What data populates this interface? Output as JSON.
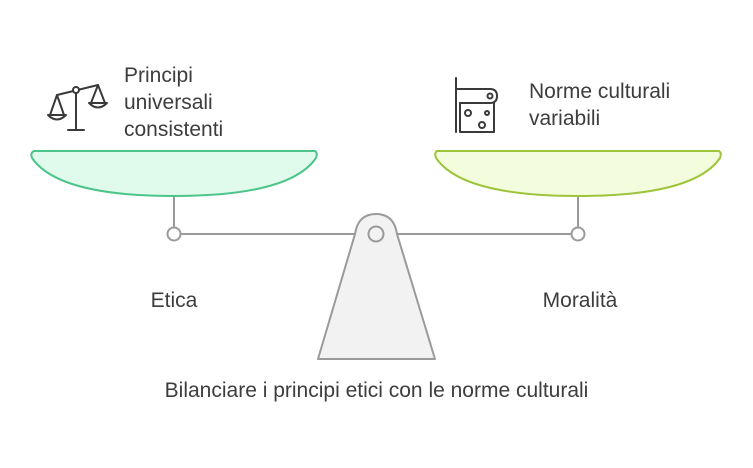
{
  "left_pan": {
    "icon": "scales-icon",
    "lines": [
      "Principi",
      "universali",
      "consistenti"
    ],
    "color": "#4cc48a",
    "fill": "#e0faec"
  },
  "right_pan": {
    "icon": "scroll-icon",
    "lines": [
      "Norme culturali",
      "variabili"
    ],
    "color": "#9dc43a",
    "fill": "#f3fcdc"
  },
  "labels": {
    "left": "Etica",
    "right": "Moralità"
  },
  "caption": "Bilanciare i principi etici con le norme culturali"
}
